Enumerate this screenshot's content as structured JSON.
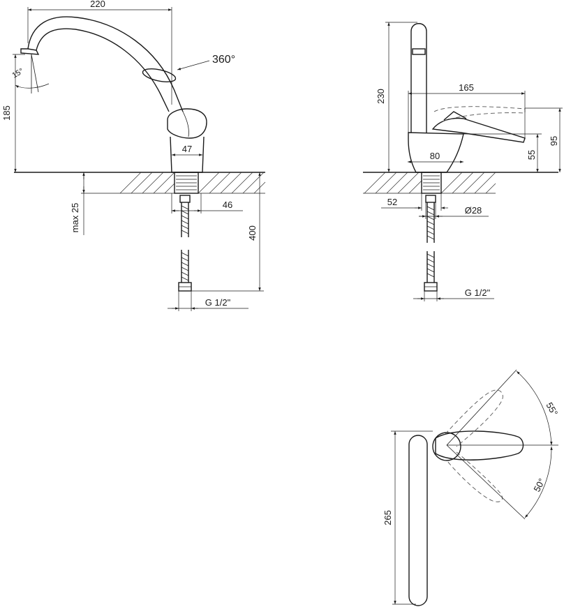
{
  "dims": {
    "spout_reach": "220",
    "rotation": "360°",
    "spout_angle": "15°",
    "spout_height": "185",
    "body_width": "47",
    "counter_thickness": "max 25",
    "shank_width": "46",
    "hose_length": "400",
    "thread_front": "G 1/2\"",
    "total_height": "230",
    "lever_length": "165",
    "lever_height": "95",
    "base_width": "80",
    "base_height": "55",
    "side_base": "52",
    "hole_diameter": "Ø28",
    "thread_side": "G 1/2\"",
    "lever_up_angle": "55°",
    "lever_down_angle": "50°",
    "top_length": "265"
  }
}
